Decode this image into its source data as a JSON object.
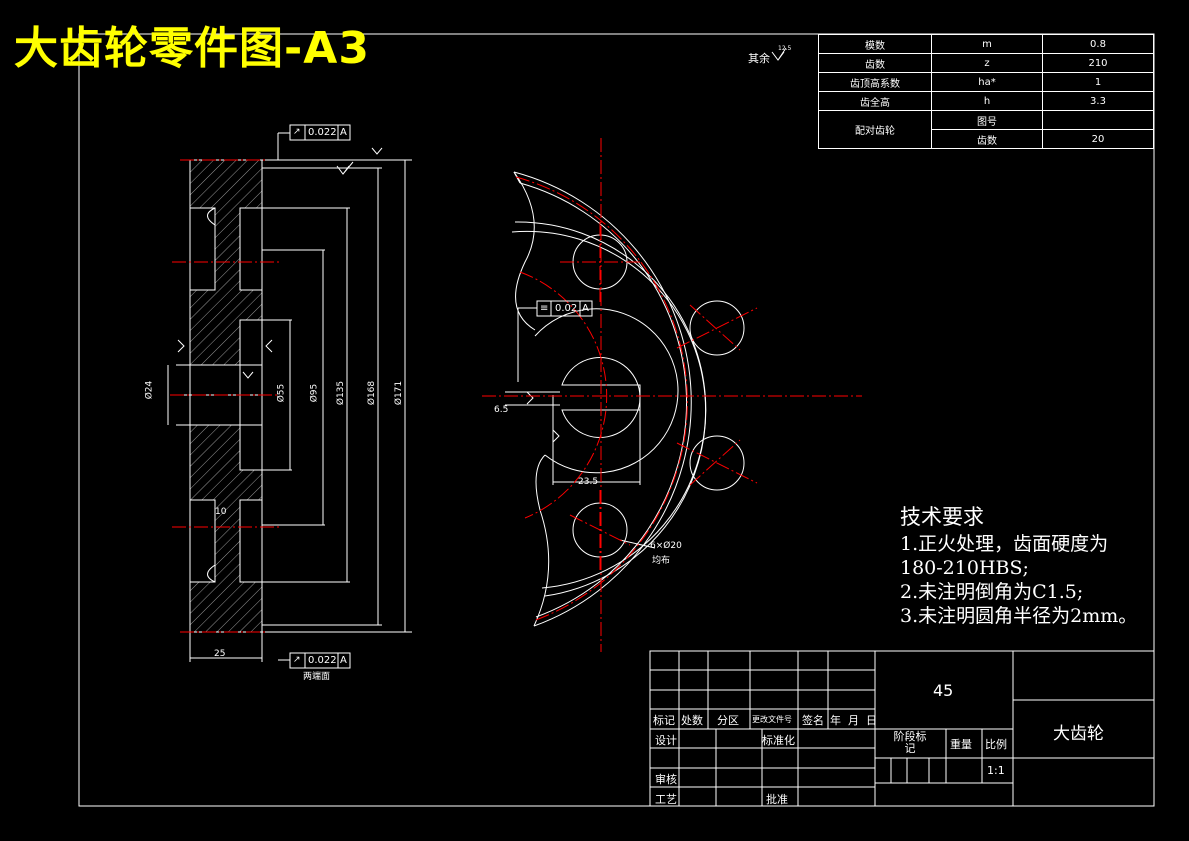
{
  "title": "大齿轮零件图-A3",
  "roughness_other": "其余",
  "roughness_other_value": "12.5",
  "param_table": {
    "rows": [
      [
        "模数",
        "m",
        "0.8"
      ],
      [
        "齿数",
        "z",
        "210"
      ],
      [
        "齿顶高系数",
        "ha*",
        "1"
      ],
      [
        "齿全高",
        "h",
        "3.3"
      ]
    ],
    "mating_label": "配对齿轮",
    "mating_rows": [
      [
        "图号",
        ""
      ],
      [
        "齿数",
        "20"
      ]
    ]
  },
  "tolerances": {
    "top": "0.022",
    "top_datum": "A",
    "bottom": "0.022",
    "bottom_datum": "A",
    "keyway": "0.02",
    "keyway_datum": "A"
  },
  "dimensions": {
    "bore": "Ø24",
    "hub": "Ø55",
    "holes_circle": "Ø95",
    "rim_inner": "Ø135",
    "root": "Ø168",
    "outer": "Ø171",
    "width": "25",
    "web": "10",
    "key_depth": "23.5",
    "key_width": "6.5",
    "holes": "6×Ø20",
    "holes_note": "均布",
    "datum_face_label": "两端面"
  },
  "tech_requirements": {
    "heading": "技术要求",
    "items": [
      "1.正火处理，齿面硬度为",
      "180-210HBS;",
      "2.未注明倒角为C1.5;",
      "3.未注明圆角半径为2mm。"
    ]
  },
  "title_block": {
    "material": "45",
    "part_name": "大齿轮",
    "headers": [
      "标记",
      "处数",
      "分区",
      "更改文件号",
      "签名",
      "年",
      "月",
      "日"
    ],
    "design": "设计",
    "standard": "标准化",
    "stage": "阶段标记",
    "weight": "重量",
    "scale_label": "比例",
    "scale": "1:1",
    "review": "审核",
    "process": "工艺",
    "approve": "批准"
  },
  "colors": {
    "background": "#000000",
    "lines": "#ffffff",
    "center_lines": "#ff0000",
    "title": "#ffff00"
  }
}
